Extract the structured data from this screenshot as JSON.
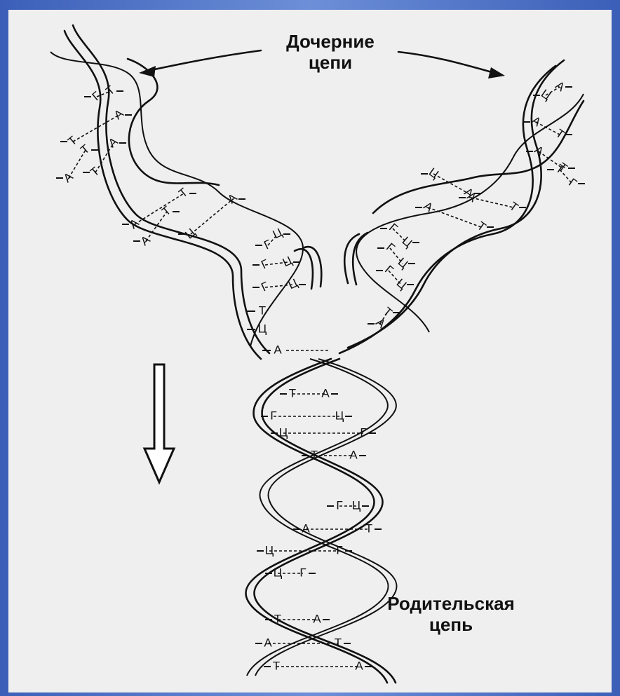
{
  "labels": {
    "daughter_strands": [
      "Дочерние",
      "цепи"
    ],
    "parent_strand": [
      "Родительская",
      "цепь"
    ]
  },
  "base_pairs": {
    "parent": [
      [
        "Т",
        "А"
      ],
      [
        "Г",
        "Ц"
      ],
      [
        "Ц",
        "Г"
      ],
      [
        "Т",
        "А"
      ],
      [
        "Г",
        "Ц"
      ],
      [
        "А",
        "Т"
      ],
      [
        "Ц",
        "Г"
      ],
      [
        "Ц",
        "Г"
      ],
      [
        "Т",
        "А"
      ],
      [
        "А",
        "Т"
      ],
      [
        "Т",
        "А"
      ]
    ],
    "fork_unpaired_left": [
      "Т",
      "Ц",
      "А"
    ],
    "fork_left": [
      [
        "Г",
        "Ц"
      ],
      [
        "Г",
        "Ц"
      ],
      [
        "Г",
        "Ц"
      ]
    ],
    "fork_right": [
      [
        "Г",
        "Ц"
      ],
      [
        "Г",
        "Ц"
      ],
      [
        "Г",
        "Ц"
      ],
      [
        "А",
        "Т"
      ]
    ],
    "left_daughter": [
      [
        "А",
        "Т"
      ],
      [
        "А",
        "Т"
      ],
      [
        "Ц",
        "А"
      ],
      [
        "А",
        "Т"
      ],
      [
        "Т",
        "А"
      ],
      [
        "Т",
        "А"
      ],
      [
        "Г",
        "Т"
      ]
    ],
    "right_daughter": [
      [
        "Ц",
        "А"
      ],
      [
        "А",
        "Т"
      ],
      [
        "А",
        "Т"
      ],
      [
        "А",
        "Т"
      ],
      [
        "Ц",
        "А"
      ],
      [
        "А",
        "Т"
      ],
      [
        "Т",
        "Г"
      ]
    ]
  }
}
